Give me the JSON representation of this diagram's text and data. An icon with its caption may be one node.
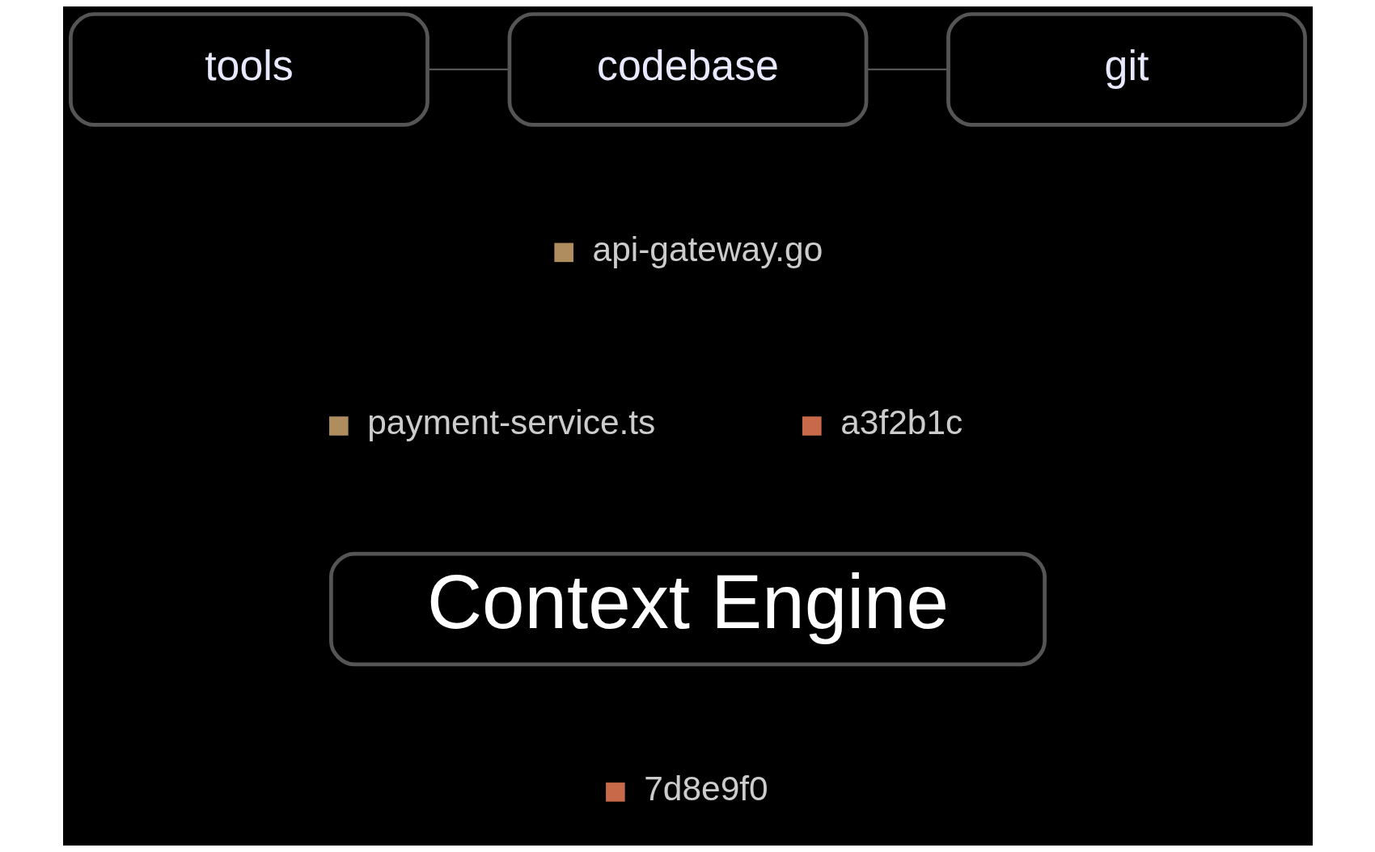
{
  "diagram": {
    "nodes": [
      {
        "text": [
          "tools"
        ]
      },
      {
        "text": [
          "codebase"
        ]
      },
      {
        "text": [
          "git"
        ]
      },
      {
        "text": [
          "Context Engine"
        ]
      }
    ],
    "edges": [
      {
        "from": 0,
        "to": 1,
        "arrow": "none"
      },
      {
        "from": 1,
        "to": 2,
        "arrow": "none"
      }
    ],
    "labels": [
      "api-gateway.go",
      "payment-service.ts",
      "a3f2b1c",
      "7d8e9f0"
    ]
  }
}
